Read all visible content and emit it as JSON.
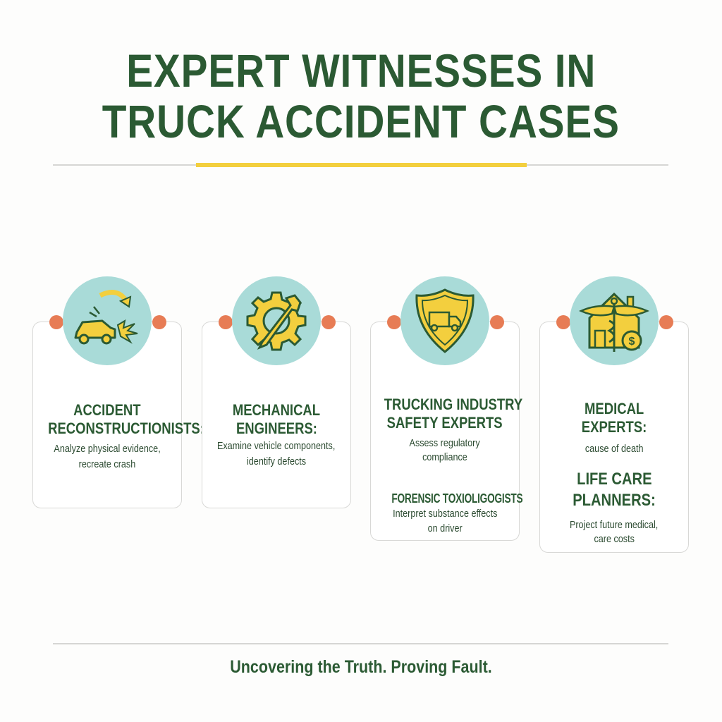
{
  "title": {
    "line1": "EXPERT WITNESSES IN",
    "line2": "TRUCK ACCIDENT CASES"
  },
  "colors": {
    "primary": "#2b5a33",
    "accent_yellow": "#f3cf3e",
    "accent_orange": "#e77c55",
    "circle_teal": "#a9dbd8"
  },
  "cards": [
    {
      "icon": "car-crash-icon",
      "heading1": "ACCIDENT",
      "heading2": "RECONSTRUCTIONISTS:",
      "desc1": "Analyze physical evidence,",
      "desc2": "recreate crash"
    },
    {
      "icon": "gear-wrench-icon",
      "heading1": "MECHANICAL",
      "heading2": "ENGINEERS:",
      "desc1": "Examine vehicle components,",
      "desc2": "identify defects"
    },
    {
      "icon": "shield-truck-icon",
      "heading1": "TRUCKING INDUSTRY",
      "heading2": "SAFETY EXPERTS",
      "desc1": "Assess regulatory",
      "desc2": "compliance",
      "sub_heading": "FORENSIC TOXIOLIGOGISTS",
      "sub_desc1": "Interpret substance effects",
      "sub_desc2": "on driver"
    },
    {
      "icon": "medical-caduceus-house-dollar-icon",
      "heading1": "MEDICAL",
      "heading2": "EXPERTS:",
      "desc1": "cause of death",
      "sub_heading1": "LIFE CARE",
      "sub_heading2": "PLANNERS:",
      "sub_desc1": "Project future medical,",
      "sub_desc2": "care costs"
    }
  ],
  "tagline": "Uncovering the Truth. Proving Fault."
}
